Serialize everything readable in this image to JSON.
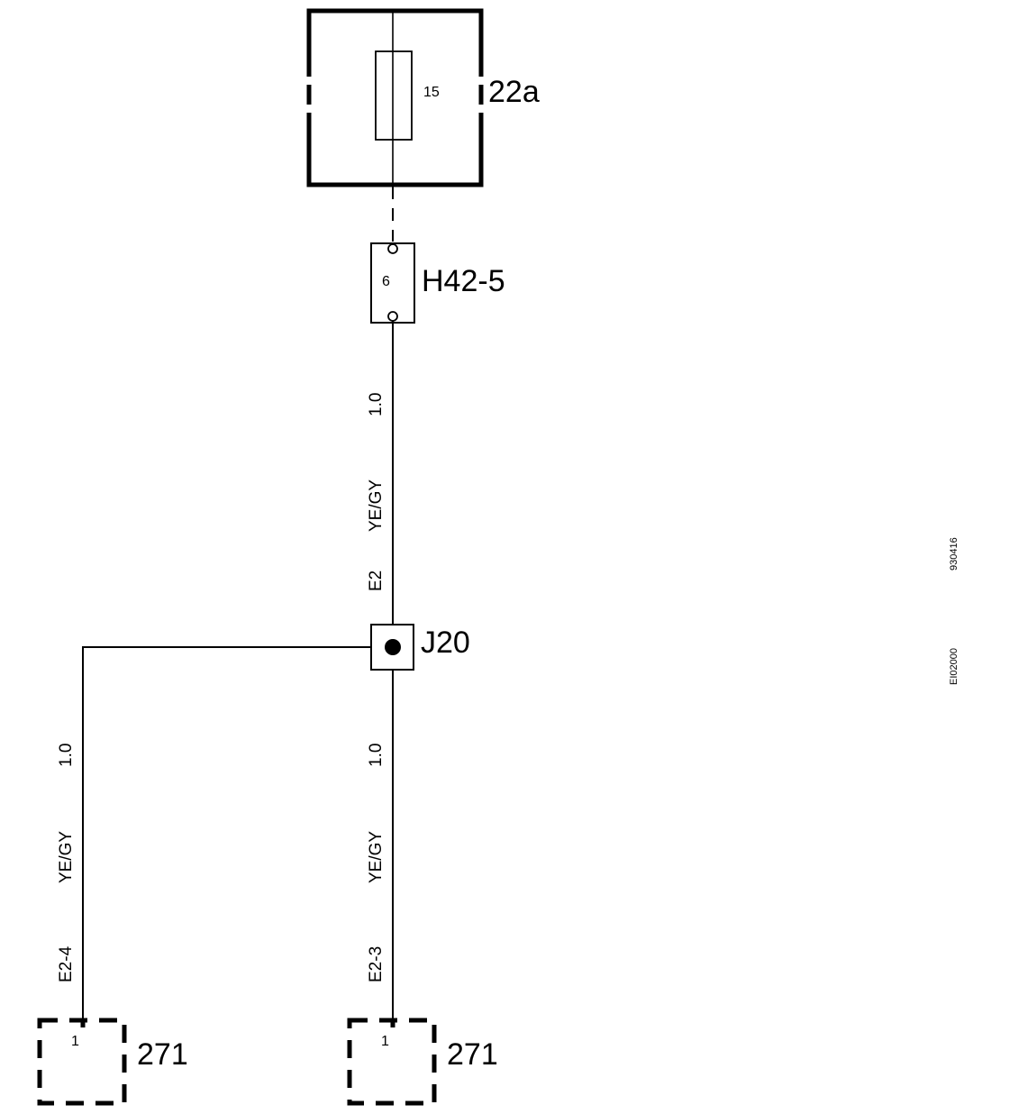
{
  "fuse_block": {
    "id": "22a",
    "fuse_number": "15"
  },
  "connector_h42": {
    "id": "H42-5",
    "pin": "6"
  },
  "splice": {
    "id": "J20"
  },
  "wires": {
    "main": {
      "size": "1.0",
      "color": "YE/GY",
      "circuit": "E2"
    },
    "left_branch": {
      "size": "1.0",
      "color": "YE/GY",
      "circuit": "E2-4"
    },
    "right_branch": {
      "size": "1.0",
      "color": "YE/GY",
      "circuit": "E2-3"
    }
  },
  "components": [
    {
      "id": "271",
      "pin": "1"
    },
    {
      "id": "271",
      "pin": "1"
    }
  ],
  "margin_codes": {
    "code1": "930416",
    "code2": "EI02000"
  }
}
